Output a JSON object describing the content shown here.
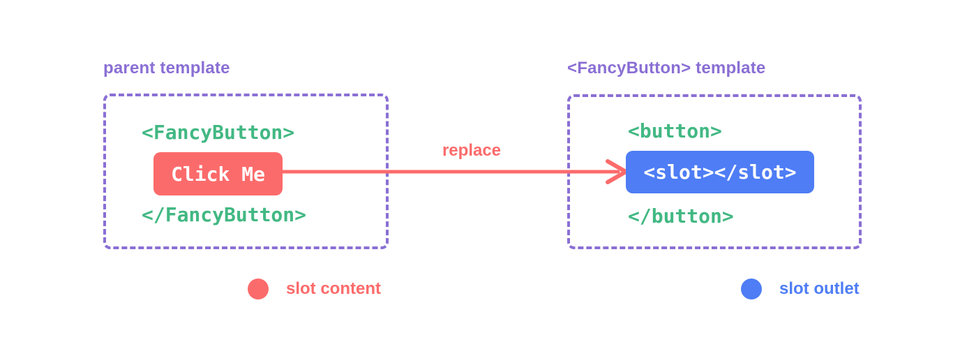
{
  "colors": {
    "coral": "#fc6b6b",
    "green": "#42b883",
    "purple": "#8a6fd4",
    "blue": "#4e7df5",
    "background": "#ffffff",
    "pill_text": "#ffffff"
  },
  "parent_panel": {
    "title": "parent template",
    "open_tag": "<FancyButton>",
    "button_label": "Click Me",
    "close_tag": "</FancyButton>"
  },
  "arrow": {
    "label": "replace"
  },
  "fancybutton_panel": {
    "title": "<FancyButton> template",
    "open_tag": "<button>",
    "slot_code": "<slot></slot>",
    "close_tag": "</button>"
  },
  "legend": {
    "slot_content_label": "slot content",
    "slot_outlet_label": "slot outlet"
  }
}
